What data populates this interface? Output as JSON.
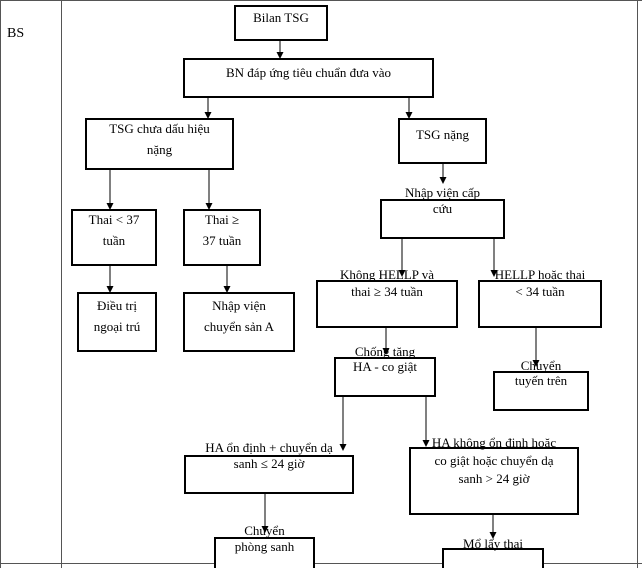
{
  "side_label": "BS",
  "nodes": {
    "bilan": "Bilan TSG",
    "criteria": "BN đáp ứng tiêu chuẩn đưa vào",
    "mild": [
      "TSG chưa dấu hiệu",
      "nặng"
    ],
    "severe": "TSG nặng",
    "under37": [
      "Thai < 37",
      "tuần"
    ],
    "over37": [
      "Thai ≥",
      "37 tuần"
    ],
    "outpatient": [
      "Điều trị",
      "ngoại trú"
    ],
    "admit_obstetric": [
      "Nhập viện",
      "chuyển sản A"
    ],
    "emergency": [
      "Nhập viện cấp",
      "cứu"
    ],
    "no_hellp": [
      "Không HELLP và",
      "thai ≥ 34 tuần"
    ],
    "hellp": [
      "HELLP hoặc thai",
      "< 34 tuần"
    ],
    "anti_htn": [
      "Chống tăng",
      "HA - co giật"
    ],
    "transfer": [
      "Chuyển",
      "tuyến trên"
    ],
    "stable": [
      "HA ổn định + chuyển dạ",
      "sanh ≤ 24 giờ"
    ],
    "unstable": [
      "HA không ổn định hoặc",
      "co giật hoặc chuyển dạ",
      "sanh > 24 giờ"
    ],
    "delivery_room": [
      "Chuyển",
      "phòng sanh"
    ],
    "c_section": "Mổ lấy thai"
  }
}
